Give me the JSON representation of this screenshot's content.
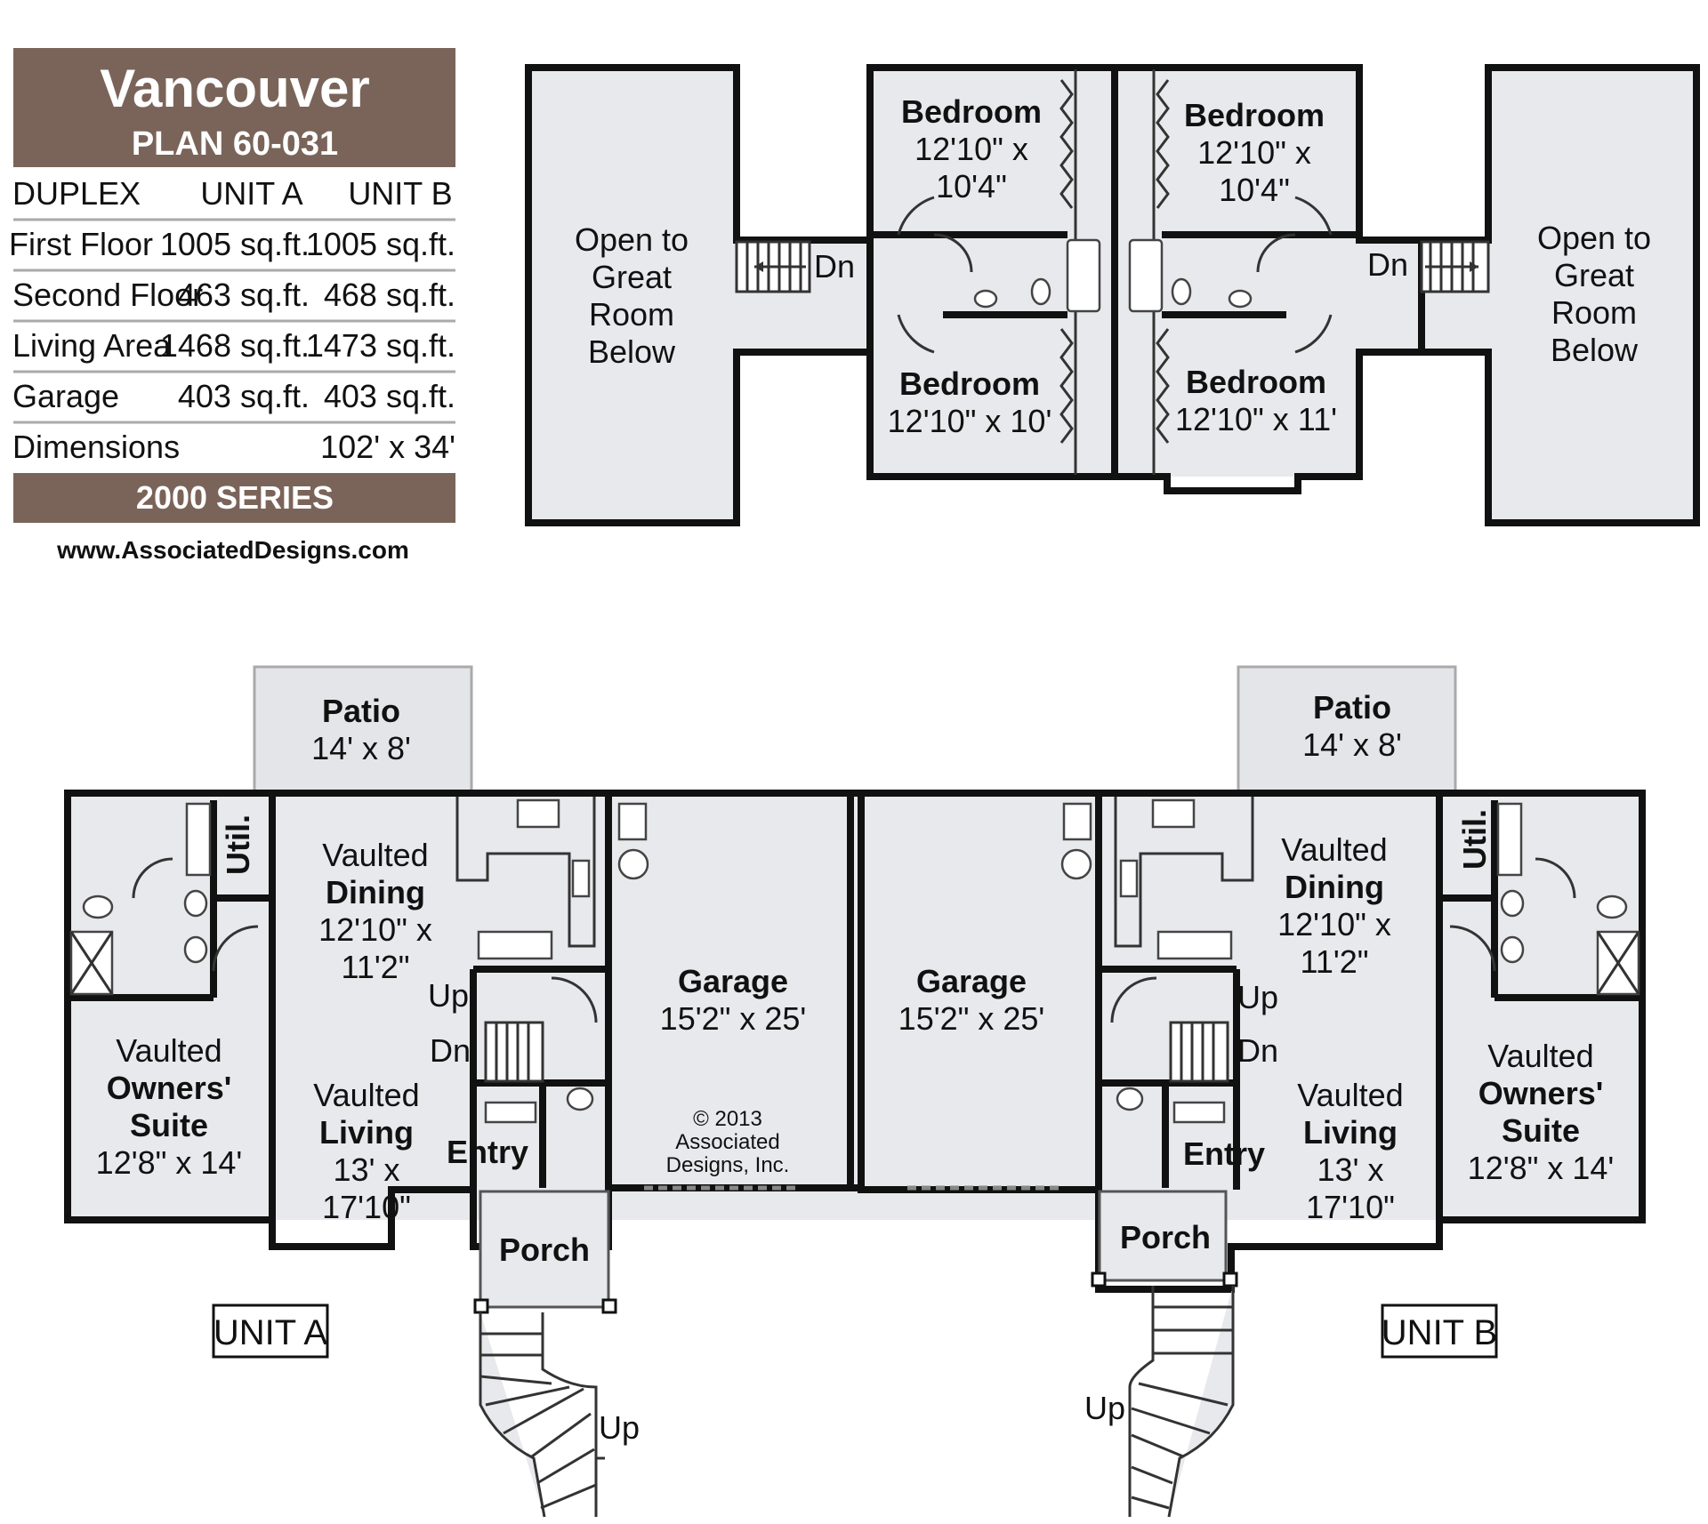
{
  "info": {
    "title": "Vancouver",
    "plan": "PLAN 60-031",
    "headers": [
      "DUPLEX",
      "UNIT A",
      "UNIT B"
    ],
    "rows": [
      {
        "label": "First Floor",
        "a": "1005 sq.ft.",
        "b": "1005 sq.ft."
      },
      {
        "label": "Second Floor",
        "a": "463 sq.ft.",
        "b": "468 sq.ft."
      },
      {
        "label": "Living Area",
        "a": "1468 sq.ft.",
        "b": "1473 sq.ft."
      },
      {
        "label": "Garage",
        "a": "403 sq.ft.",
        "b": "403 sq.ft."
      },
      {
        "label": "Dimensions",
        "a": "",
        "b": "102' x 34'"
      }
    ],
    "series": "2000 SERIES",
    "website": "www.AssociatedDesigns.com",
    "brand_color": "#7a6459"
  },
  "upper": {
    "open_left": [
      "Open to",
      "Great",
      "Room",
      "Below"
    ],
    "open_right": [
      "Open to",
      "Great",
      "Room",
      "Below"
    ],
    "bed_tl": {
      "name": "Bedroom",
      "dim1": "12'10\" x",
      "dim2": "10'4\""
    },
    "bed_tr": {
      "name": "Bedroom",
      "dim1": "12'10\" x",
      "dim2": "10'4\""
    },
    "bed_bl": {
      "name": "Bedroom",
      "dim1": "12'10\" x 10'"
    },
    "bed_br": {
      "name": "Bedroom",
      "dim1": "12'10\" x 11'"
    },
    "dn_left": "Dn",
    "dn_right": "Dn"
  },
  "main": {
    "patio_a": {
      "name": "Patio",
      "dim": "14' x 8'"
    },
    "patio_b": {
      "name": "Patio",
      "dim": "14' x 8'"
    },
    "util_a": "Util.",
    "util_b": "Util.",
    "dining_a": {
      "l1": "Vaulted",
      "l2": "Dining",
      "l3": "12'10\" x",
      "l4": "11'2\""
    },
    "dining_b": {
      "l1": "Vaulted",
      "l2": "Dining",
      "l3": "12'10\" x",
      "l4": "11'2\""
    },
    "owners_a": {
      "l1": "Vaulted",
      "l2": "Owners'",
      "l3": "Suite",
      "l4": "12'8\" x 14'"
    },
    "owners_b": {
      "l1": "Vaulted",
      "l2": "Owners'",
      "l3": "Suite",
      "l4": "12'8\" x 14'"
    },
    "living_a": {
      "l1": "Vaulted",
      "l2": "Living",
      "l3": "13' x",
      "l4": "17'10\""
    },
    "living_b": {
      "l1": "Vaulted",
      "l2": "Living",
      "l3": "13' x",
      "l4": "17'10\""
    },
    "garage_a": {
      "name": "Garage",
      "dim": "15'2\" x 25'"
    },
    "garage_b": {
      "name": "Garage",
      "dim": "15'2\" x 25'"
    },
    "entry_a": "Entry",
    "entry_b": "Entry",
    "porch_a": "Porch",
    "porch_b": "Porch",
    "up_a": "Up",
    "dn_a": "Dn",
    "up_b": "Up",
    "dn_b": "Dn",
    "stair_up_a": "Up",
    "stair_up_b": "Up",
    "copyright": [
      "© 2013",
      "Associated",
      "Designs, Inc."
    ],
    "unit_a_label": "UNIT A",
    "unit_b_label": "UNIT B"
  }
}
